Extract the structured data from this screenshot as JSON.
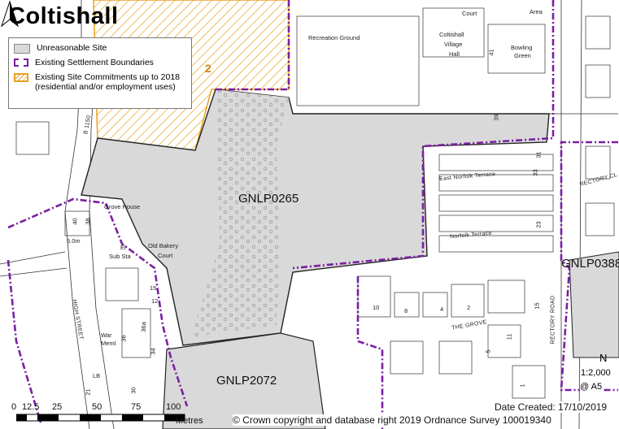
{
  "map": {
    "title": "Coltishall",
    "legend": {
      "unreasonable": "Unreasonable Site",
      "boundaries": "Existing Settlement Boundaries",
      "commitments_line1": "Existing Site Commitments up to 2018",
      "commitments_line2": "(residential and/or employment uses)"
    },
    "sites": {
      "main": "GNLP0265",
      "south": "GNLP2072",
      "east": "GNLP0388"
    },
    "labels": {
      "court": "Court",
      "area": "Area",
      "recreation": "Recreation Ground",
      "hall1": "Coltishall",
      "hall2": "Village",
      "hall3": "Hall",
      "bowling1": "Bowling",
      "bowling2": "Green",
      "grove_house": "Grove House",
      "height": "5.0m",
      "el": "El",
      "sub_sta": "Sub Sta",
      "bakery1": "Old Bakery",
      "bakery2": "Court",
      "war1": "War",
      "war2": "Meml",
      "lb": "LB",
      "commit_num": "2",
      "road_b1150": "B 1150"
    },
    "roads": {
      "east_norfolk": "East Norfolk Terrace",
      "norfolk": "Norfolk Terrace",
      "the_grove": "THE GROVE",
      "high_street": "HIGH STREET",
      "rectory_road": "RECTORY ROAD",
      "rectory_cl": "RECTORY CL"
    },
    "house_numbers": [
      "39",
      "41",
      "40",
      "38",
      "33",
      "31",
      "23",
      "15",
      "10",
      "8",
      "4",
      "2",
      "36",
      "36a",
      "34",
      "30",
      "21",
      "15",
      "12",
      "11",
      "5",
      "1"
    ],
    "compass": {
      "letter": "N"
    },
    "scale": {
      "ratio": "1:2,000",
      "paper": "@ A5",
      "ticks": [
        "0",
        "12.5",
        "25",
        "50",
        "75",
        "100"
      ],
      "unit": "Metres"
    },
    "date_created": "Date Created: 17/10/2019",
    "copyright": "© Crown copyright and database right 2019 Ordnance Survey 100019340"
  }
}
